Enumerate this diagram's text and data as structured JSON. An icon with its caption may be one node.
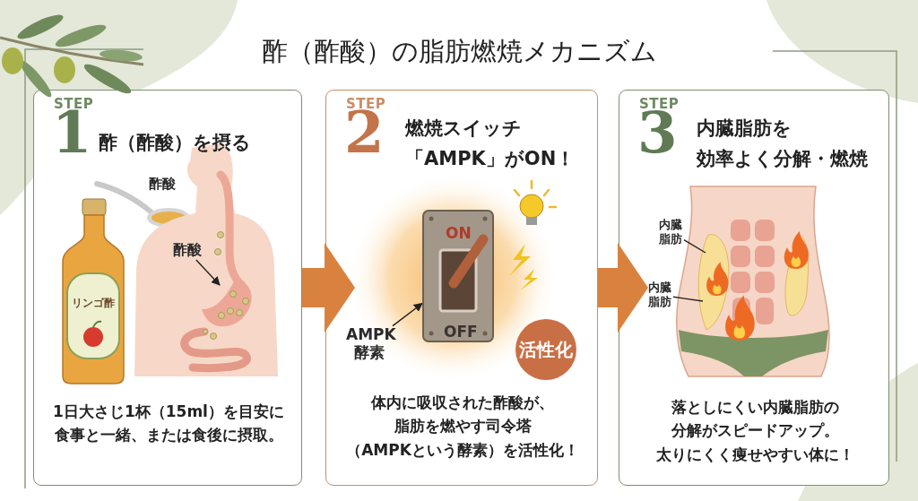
{
  "diagram": {
    "title": "酢（酢酸）の脂肪燃焼メカニズム",
    "nodes": [
      {
        "text": [
          "STEP",
          "1",
          "酢（酢酸）を摂る",
          "1日大さじ1杯（15ml）を目安に食事と一緒、または食後に摂取。"
        ]
      },
      {
        "text": [
          "酢酸"
        ],
        "in": 0
      },
      {
        "text": [
          "STEP",
          "2",
          "燃焼スイッチ「AMPK」がON！",
          "体内に吸収された酢酸が、脂肪を燃やす司令塔（AMPKという酵素）を活性化！"
        ]
      },
      {
        "text": [
          "AMPK 酵素"
        ],
        "in": 2
      },
      {
        "text": [
          "活性化"
        ],
        "in": 2
      },
      {
        "text": [
          "STEP",
          "3",
          "内臓脂肪を効率よく分解・燃焼",
          "落としにくい内臓脂肪の分解がスピードアップ。太りにくく痩せやすい体に！"
        ]
      },
      {
        "text": [
          "内臓脂肪"
        ],
        "in": 5
      },
      {
        "text": [
          "内臓脂肪"
        ],
        "in": 5
      },
      {
        "text": [],
        "shape": "picture",
        "in": 2
      }
    ],
    "edges": [
      {
        "from": 0,
        "to": 2,
        "arrow": "to",
        "style": "thick",
        "color": "#d9823f"
      },
      {
        "from": 2,
        "to": 5,
        "arrow": "to",
        "style": "thick",
        "color": "#d9823f"
      },
      {
        "from": 1,
        "to": null,
        "arrow": "to"
      },
      {
        "from": 3,
        "to": 8,
        "arrow": "to"
      },
      {
        "from": 6,
        "to": null,
        "arrow": "none"
      },
      {
        "from": 7,
        "to": null,
        "arrow": "none"
      }
    ],
    "labels": [
      "酢酸",
      "リンゴ酢",
      "ON",
      "OFF"
    ]
  }
}
